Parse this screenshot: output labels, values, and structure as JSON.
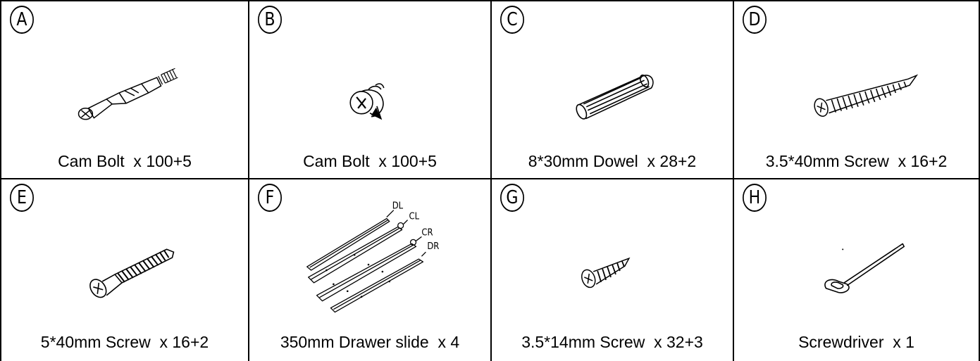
{
  "parts": [
    {
      "letter": "A",
      "label": "Cam Bolt  x 100+5",
      "icon": "cam-bolt-icon"
    },
    {
      "letter": "B",
      "label": "Cam Bolt  x 100+5",
      "icon": "cam-lock-icon"
    },
    {
      "letter": "C",
      "label": "8*30mm Dowel  x 28+2",
      "icon": "dowel-icon"
    },
    {
      "letter": "D",
      "label": "3.5*40mm Screw  x 16+2",
      "icon": "screw-icon"
    },
    {
      "letter": "E",
      "label": "5*40mm Screw  x 16+2",
      "icon": "confirmat-screw-icon"
    },
    {
      "letter": "F",
      "label": "350mm Drawer slide  x 4",
      "icon": "drawer-slide-icon",
      "callouts": [
        "DL",
        "CL",
        "CR",
        "DR"
      ]
    },
    {
      "letter": "G",
      "label": "3.5*14mm Screw  x 32+3",
      "icon": "short-screw-icon"
    },
    {
      "letter": "H",
      "label": "Screwdriver  x 1",
      "icon": "screwdriver-icon"
    }
  ]
}
